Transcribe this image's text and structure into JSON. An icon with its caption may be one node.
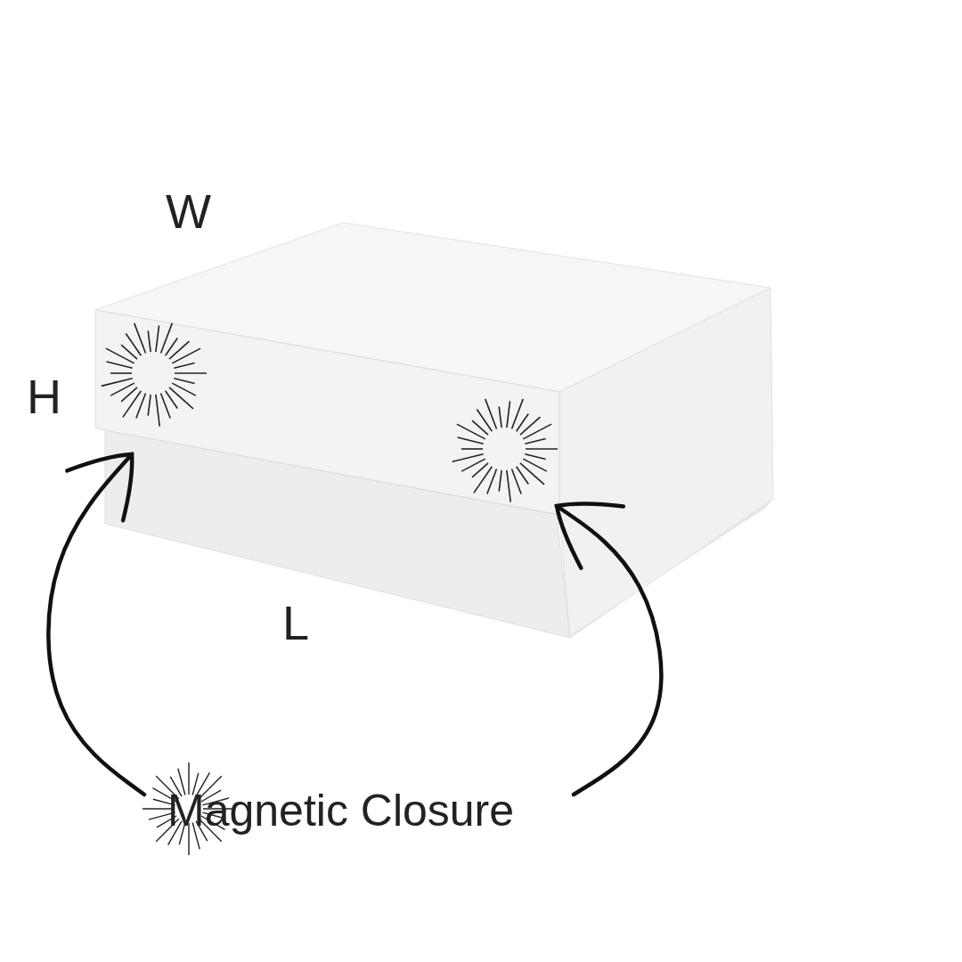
{
  "diagram": {
    "nodes": [
      {
        "text": [],
        "shape": "picture"
      },
      {
        "text": [],
        "shape": "picture"
      },
      {
        "text": [
          "Magnetic Closure"
        ]
      }
    ],
    "edges": [
      {
        "from": 2,
        "to": 0,
        "arrow": "to"
      },
      {
        "from": 2,
        "to": 1,
        "arrow": "to"
      }
    ],
    "labels": [
      "W",
      "H",
      "L"
    ]
  }
}
